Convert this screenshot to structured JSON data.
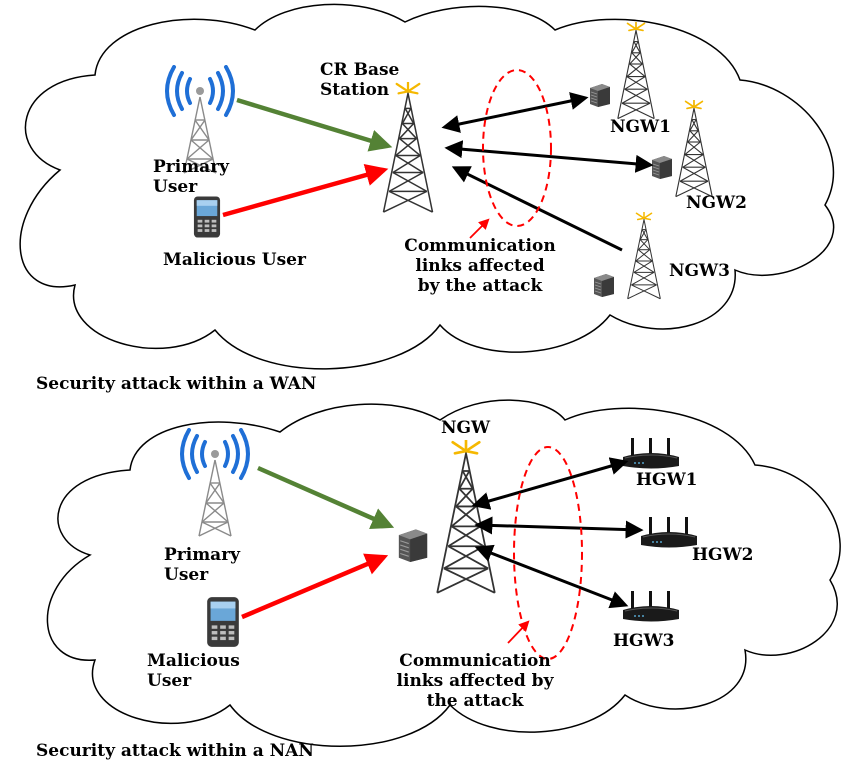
{
  "colors": {
    "green_arrow": "#548235",
    "red_arrow": "#ff0000",
    "black_arrow": "#000000",
    "dashed_ellipse": "#ff0000",
    "signal_waves": "#1f6fd6",
    "antenna_tip": "#f5b800"
  },
  "icons": {
    "tower": "radio-tower-icon",
    "primary_user": "broadcast-tower-icon",
    "malicious_user": "mobile-phone-icon",
    "gateway_device": "server-box-icon",
    "home_gateway": "wireless-router-icon"
  },
  "wan": {
    "base_station_label": [
      "CR Base",
      "Station"
    ],
    "primary_user_label": [
      "Primary",
      "User"
    ],
    "malicious_user_label": "Malicious User",
    "affected_links_label": [
      "Communication",
      "links affected",
      "by the attack"
    ],
    "nodes": [
      "NGW1",
      "NGW2",
      "NGW3"
    ],
    "caption": "Security attack within a WAN"
  },
  "nan": {
    "hub_label": "NGW",
    "primary_user_label": [
      "Primary",
      "User"
    ],
    "malicious_user_label": [
      "Malicious",
      "User"
    ],
    "affected_links_label": [
      "Communication",
      "links affected by",
      "the attack"
    ],
    "nodes": [
      "HGW1",
      "HGW2",
      "HGW3"
    ],
    "caption": "Security attack within a NAN"
  }
}
